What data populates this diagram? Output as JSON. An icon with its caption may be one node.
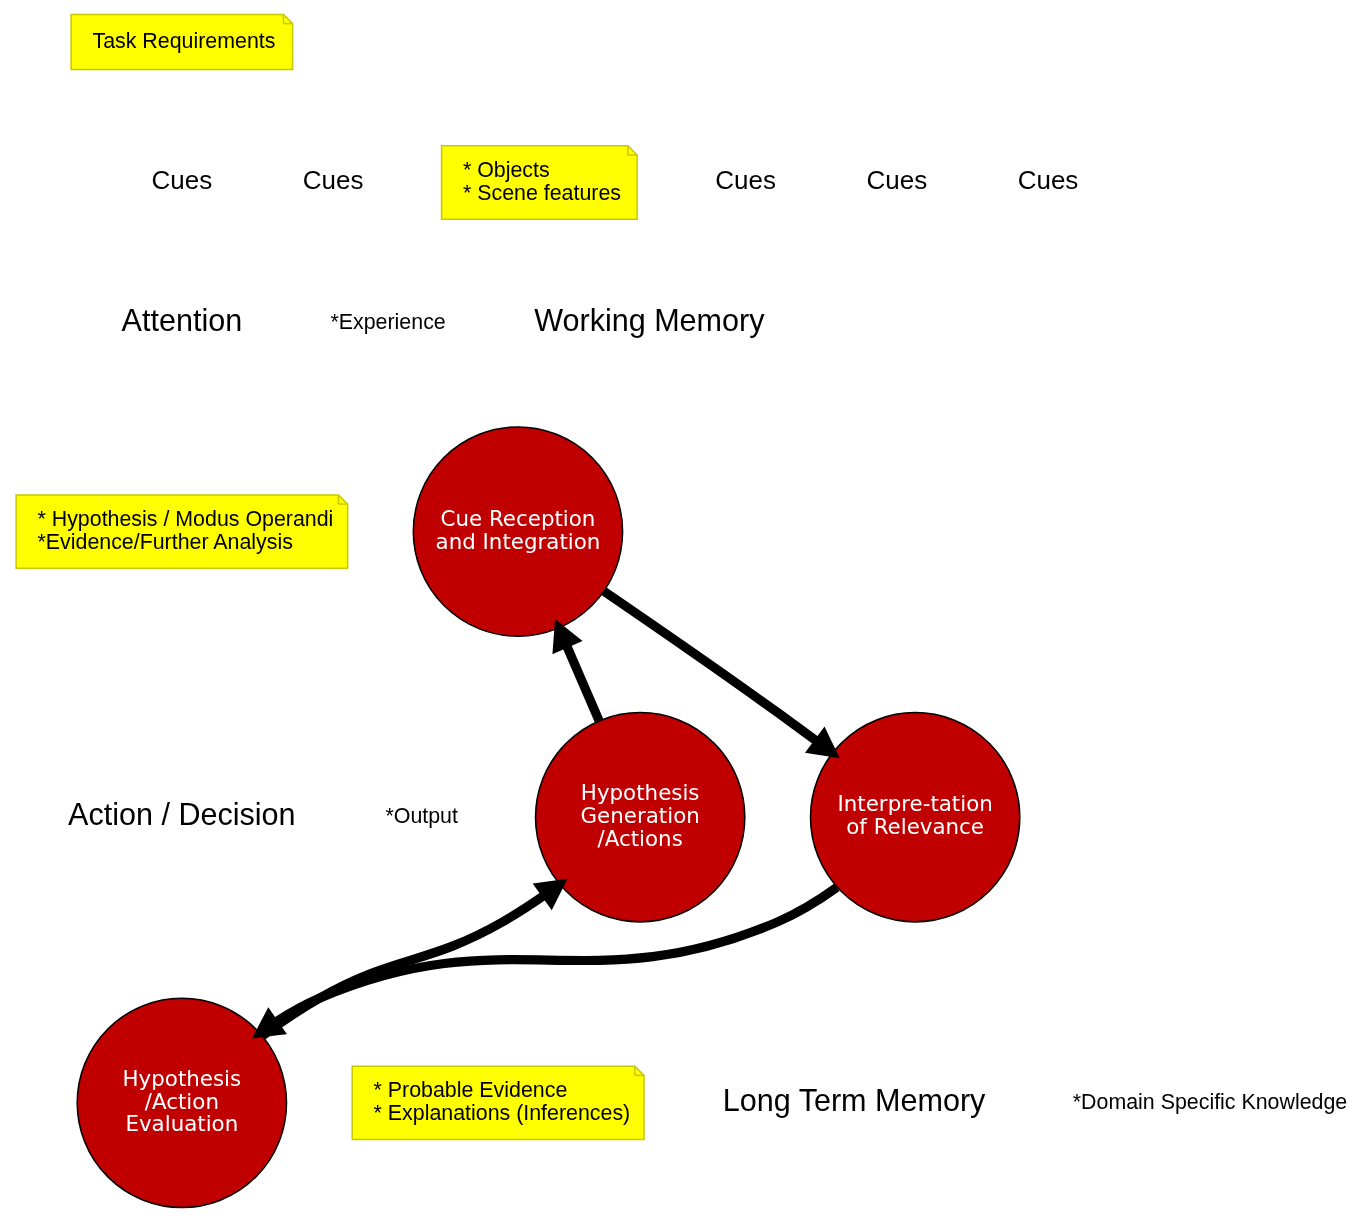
{
  "diagram": {
    "nodes": [
      {
        "text": [
          "Cue Reception and Integration"
        ]
      },
      {
        "text": [
          "Interpre-tation of Relevance"
        ]
      },
      {
        "text": [
          "Hypothesis /Action Evaluation"
        ]
      },
      {
        "text": [
          "Hypothesis Generation /Actions"
        ]
      },
      {
        "text": [
          "Task Requirements"
        ]
      },
      {
        "text": [
          "* Objects",
          "* Scene features"
        ]
      },
      {
        "text": [
          "* Hypothesis / Modus Operandi",
          "*Evidence/Further Analysis"
        ]
      },
      {
        "text": [
          "* Probable Evidence",
          "* Explanations (Inferences)"
        ]
      }
    ],
    "edges": [
      {
        "from": 0,
        "to": 1,
        "arrow": "to"
      },
      {
        "from": 1,
        "to": 2,
        "arrow": "to"
      },
      {
        "from": 2,
        "to": 3,
        "arrow": "to"
      },
      {
        "from": 3,
        "to": 0,
        "arrow": "to"
      }
    ],
    "labels": [
      "Cues",
      "Cues",
      "Cues",
      "Cues",
      "Cues",
      "Attention",
      "*Experience",
      "Working Memory",
      "Action / Decision",
      "*Output",
      "Long Term Memory",
      "*Domain Specific Knowledge"
    ]
  }
}
